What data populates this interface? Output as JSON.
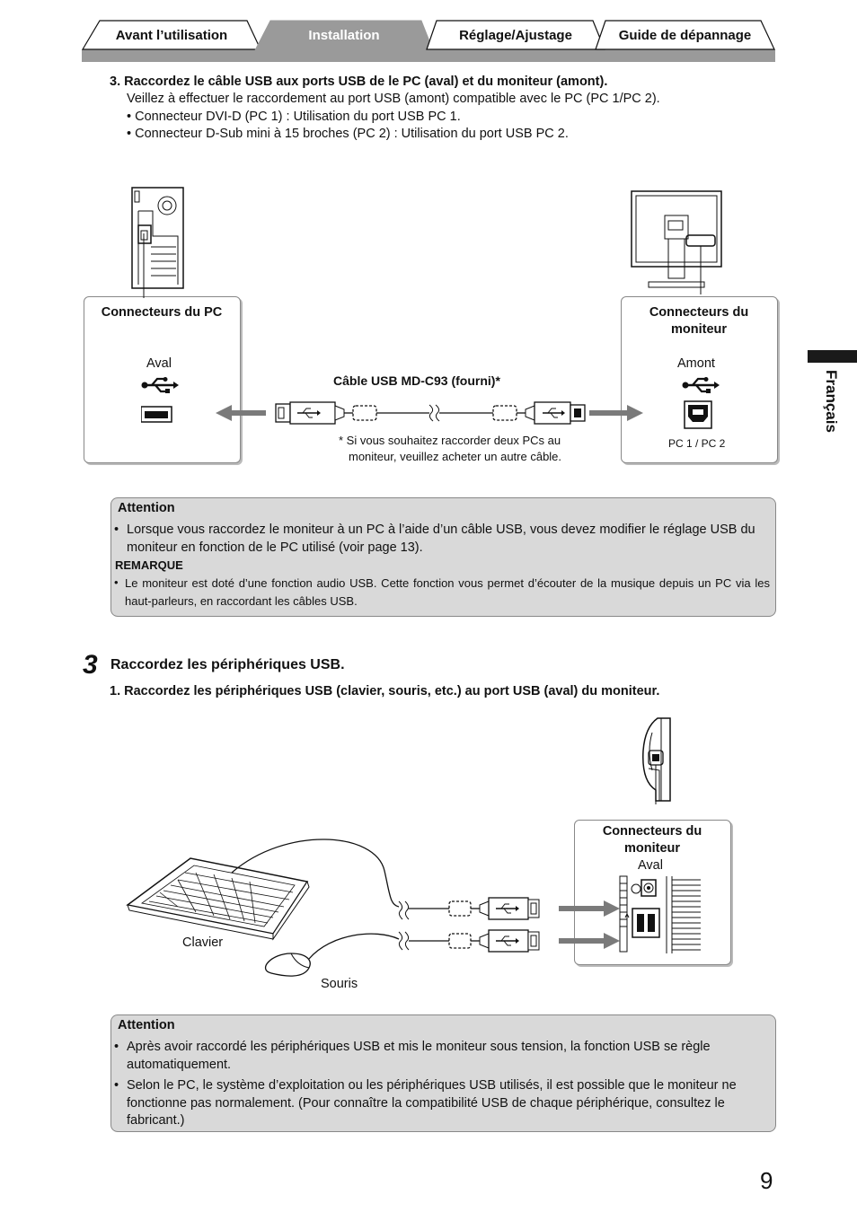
{
  "tabs": [
    {
      "label": "Avant l’utilisation",
      "active": false
    },
    {
      "label": "Installation",
      "active": true
    },
    {
      "label": "Réglage/Ajustage",
      "active": false
    },
    {
      "label": "Guide de dépannage",
      "active": false
    }
  ],
  "side_tab": {
    "label": "Français"
  },
  "step_usb_pc": {
    "title": "3. Raccordez le câble USB aux ports USB de le PC (aval) et du moniteur (amont).",
    "line1": "Veillez à effectuer le raccordement au port USB (amont) compatible avec le PC (PC 1/PC 2).",
    "bullet1": "• Connecteur DVI-D (PC 1) : Utilisation du port USB PC 1.",
    "bullet2": "• Connecteur D-Sub mini à 15 broches (PC 2) : Utilisation du port USB PC 2."
  },
  "diagram1": {
    "pc_box_title": "Connecteurs du PC",
    "pc_box_sub": "Aval",
    "monitor_box_title": "Connecteurs du moniteur",
    "monitor_box_sub": "Amont",
    "cable_label": "Câble USB MD-C93 (fourni)*",
    "cable_note_line1": "* Si vous souhaitez raccorder deux PCs au",
    "cable_note_line2": "moniteur, veuillez acheter un autre câble.",
    "port_label": "PC 1 / PC 2"
  },
  "attention1": {
    "heading": "Attention",
    "bullet": "Lorsque vous raccordez le moniteur à un PC à l’aide d’un câble USB, vous devez modifier le réglage USB du moniteur en fonction de le PC utilisé (voir page 13).",
    "remark_heading": "REMARQUE",
    "remark": "Le moniteur est doté d’une fonction audio USB. Cette fonction vous permet d’écouter de la musique depuis un PC via les haut-parleurs, en raccordant les câbles USB."
  },
  "step3": {
    "number": "3",
    "title": "Raccordez les périphériques USB.",
    "sub": "1. Raccordez les périphériques USB (clavier, souris, etc.) au port USB (aval) du moniteur."
  },
  "diagram2": {
    "box_title": "Connecteurs du moniteur",
    "box_sub": "Aval",
    "keyboard_label": "Clavier",
    "mouse_label": "Souris"
  },
  "attention2": {
    "heading": "Attention",
    "bullet1": "Après avoir raccordé les périphériques USB et mis le moniteur sous tension, la fonction USB se règle automatiquement.",
    "bullet2": "Selon le PC, le système d’exploitation ou les périphériques USB utilisés, il est possible que le moniteur ne fonctionne pas normalement. (Pour connaître la compatibilité USB de chaque périphérique, consultez le fabricant.)"
  },
  "page_number": "9",
  "colors": {
    "tab_active": "#9a9a9a",
    "note_bg": "#d9d9d9",
    "side_tab": "#1a1a1a"
  }
}
